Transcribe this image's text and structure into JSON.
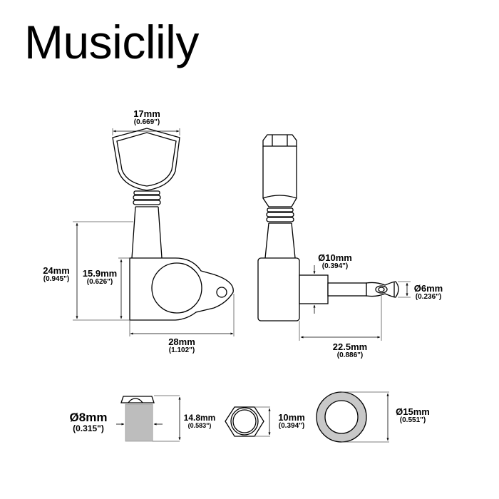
{
  "brand": {
    "name": "Musiclily"
  },
  "colors": {
    "line": "#000000",
    "dim_line": "#333333",
    "fill_gray": "#c8c8c8",
    "background": "#ffffff"
  },
  "front_view": {
    "button_width": {
      "mm": "17mm",
      "in": "(0.669\")"
    },
    "total_height": {
      "mm": "24mm",
      "in": "(0.945\")"
    },
    "housing_height": {
      "mm": "15.9mm",
      "in": "(0.626\")"
    },
    "total_length": {
      "mm": "28mm",
      "in": "(1.102\")"
    }
  },
  "side_view": {
    "bushing_diameter": {
      "mm": "Ø10mm",
      "in": "(0.394\")"
    },
    "post_diameter": {
      "mm": "Ø6mm",
      "in": "(0.236\")"
    },
    "post_length": {
      "mm": "22.5mm",
      "in": "(0.886\")"
    }
  },
  "hardware": {
    "bushing": {
      "diameter_mm": "Ø8mm",
      "diameter_in": "(0.315\")",
      "height_mm": "14.8mm",
      "height_in": "(0.583\")"
    },
    "hex_nut": {
      "mm": "10mm",
      "in": "(0.394\")"
    },
    "washer": {
      "mm": "Ø15mm",
      "in": "(0.551\")"
    }
  }
}
